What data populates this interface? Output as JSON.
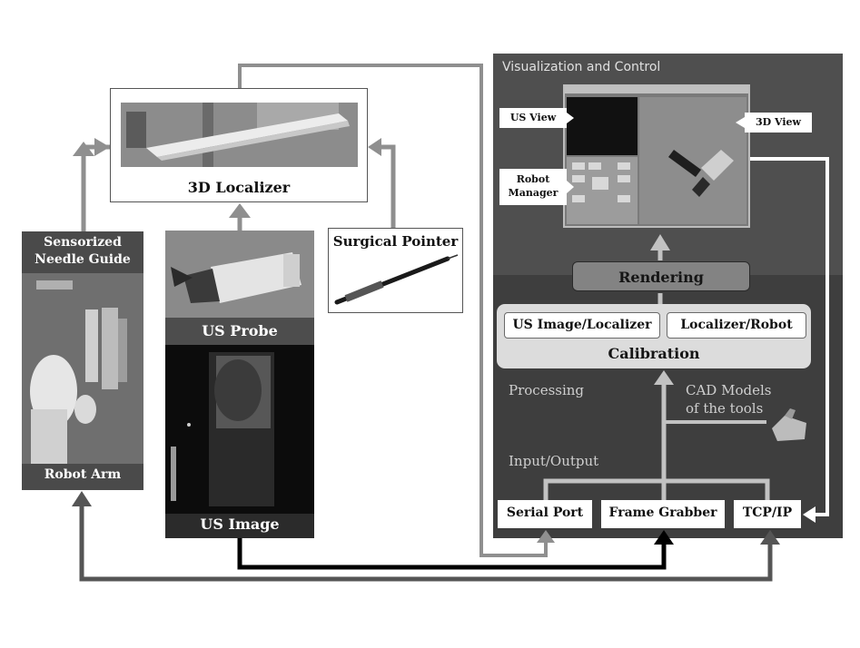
{
  "localizer": {
    "title": "3D Localizer"
  },
  "pointer": {
    "title": "Surgical Pointer"
  },
  "robot": {
    "top_label": "Sensorized Needle Guide",
    "bottom_label": "Robot Arm"
  },
  "us": {
    "probe_label": "US Probe",
    "image_label": "US Image"
  },
  "panel": {
    "title": "Visualization and Control",
    "callouts": {
      "us_view": "US View",
      "robot_manager": "Robot Manager",
      "view_3d": "3D View"
    },
    "rendering": "Rendering",
    "calibration": {
      "label": "Calibration",
      "left": "US Image/Localizer",
      "right": "Localizer/Robot"
    },
    "processing": "Processing",
    "cad_models": "CAD Models of the tools",
    "input_output": "Input/Output",
    "io": {
      "serial_port": "Serial Port",
      "frame_grabber": "Frame Grabber",
      "tcp_ip": "TCP/IP"
    }
  },
  "colors": {
    "panel_dark": "#3e3e3e",
    "arrow_gray": "#8f8f8f",
    "arrow_dark": "#555555",
    "arrow_black": "#000000",
    "arrow_white": "#ffffff"
  }
}
